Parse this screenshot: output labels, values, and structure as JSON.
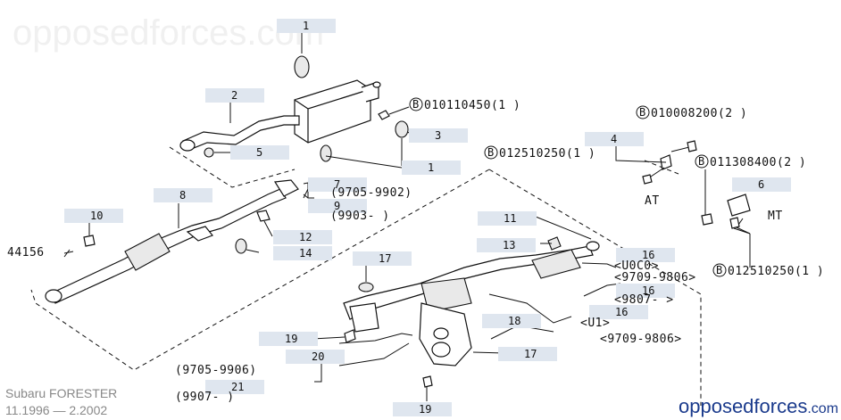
{
  "watermark": "opposedforces.com",
  "footer": {
    "model": "Subaru FORESTER",
    "years": "11.1996 — 2.2002"
  },
  "brand": {
    "prefix": "opposed",
    "suffix": "forces",
    "tld": ".com",
    "accent": "#1a3a8c"
  },
  "part_labels": [
    "1",
    "2",
    "3",
    "1",
    "4",
    "5",
    "6",
    "7",
    "8",
    "9",
    "10",
    "11",
    "12",
    "13",
    "14",
    "16",
    "16",
    "16",
    "17",
    "17",
    "18",
    "19",
    "19",
    "20",
    "21"
  ],
  "codes": {
    "bolt_1": "010110450(1 )",
    "bolt_2": "010008200(2 )",
    "bolt_3": "012510250(1 )",
    "bolt_4": "011308400(2 )",
    "bolt_5": "012510250(1 )",
    "bolt_prefix": "B"
  },
  "texts": {
    "p7_range": "(9705-9902)",
    "p9_range": "(9903-        )",
    "at": "AT",
    "mt": "MT",
    "p44156": "44156",
    "u0c0": "<U0C0>",
    "r9709_9806a": "<9709-9806>",
    "r9807": "<9807-      >",
    "u1": "<U1>",
    "r9709_9806b": "<9709-9806>",
    "r9705_9906": "(9705-9906)",
    "r9907": "(9907-      )"
  }
}
